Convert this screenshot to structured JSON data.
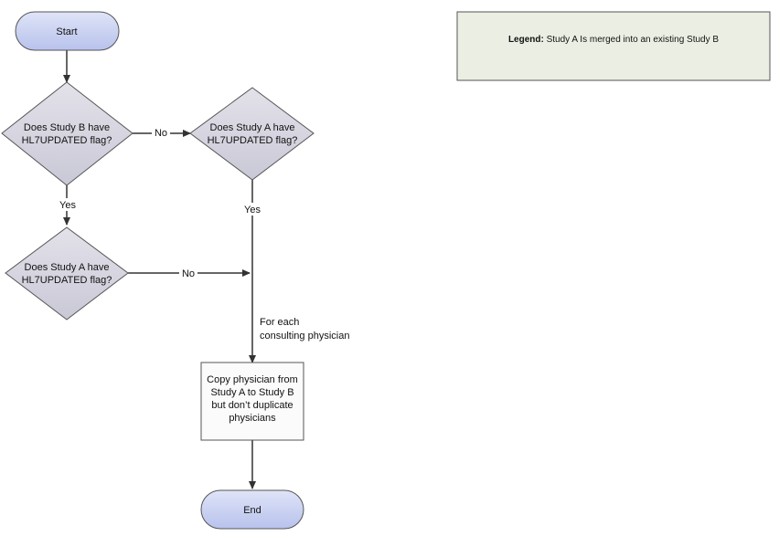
{
  "legend": {
    "label": "Legend:",
    "text": " Study A Is merged into an existing Study B"
  },
  "nodes": {
    "start": {
      "label": "Start"
    },
    "decision_b_flag": {
      "lines": [
        "Does Study B have",
        "HL7UPDATED flag?"
      ]
    },
    "decision_a_flag_right": {
      "lines": [
        "Does Study A have",
        "HL7UPDATED flag?"
      ]
    },
    "decision_a_flag_lower": {
      "lines": [
        "Does Study A have",
        "HL7UPDATED flag?"
      ]
    },
    "copy_process": {
      "lines": [
        "Copy physician from",
        "Study A to Study B",
        "but don’t duplicate",
        "physicians"
      ]
    },
    "end": {
      "label": "End"
    }
  },
  "edges": {
    "no_top": "No",
    "yes_left": "Yes",
    "yes_right": "Yes",
    "no_lower": "No",
    "for_each": [
      "For each",
      "consulting physician"
    ]
  },
  "colors": {
    "terminal_fill": "#c7cff0",
    "decision_fill": "#d4d3df",
    "process_fill": "#fbfbfb",
    "legend_fill": "#ebefe3",
    "stroke": "#555555",
    "line": "#333333"
  }
}
